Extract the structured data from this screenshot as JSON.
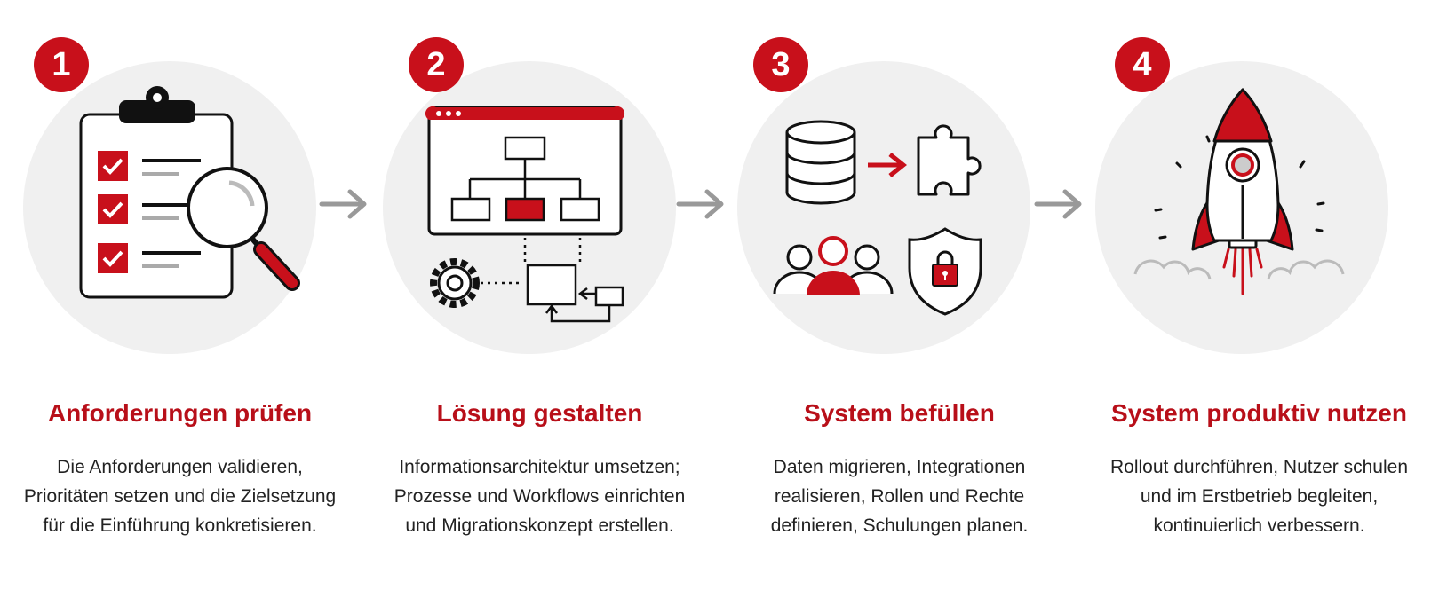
{
  "colors": {
    "accent": "#c8101b",
    "title": "#b80f19",
    "circle_bg": "#f0f0f0",
    "arrow": "#999999"
  },
  "steps": [
    {
      "number": "1",
      "title": "Anforderungen prüfen",
      "description": "Die Anforderungen validieren, Prioritäten setzen und die Zielsetzung für die Einführung konkretisieren.",
      "icon": "clipboard-checklist-magnifier-icon"
    },
    {
      "number": "2",
      "title": "Lösung gestalten",
      "description": "Informationsarchitektur umsetzen; Prozesse und Workflows einrichten und Migrationskonzept erstellen.",
      "icon": "architecture-workflow-icon"
    },
    {
      "number": "3",
      "title": "System befüllen",
      "description": "Daten migrieren, Integrationen realisieren, Rollen und Rechte definieren, Schulungen planen.",
      "icon": "data-integration-users-security-icon"
    },
    {
      "number": "4",
      "title": "System produktiv nutzen",
      "description": "Rollout durchführen, Nutzer schulen und im Erstbetrieb begleiten, kontinuierlich verbessern.",
      "icon": "rocket-launch-icon"
    }
  ]
}
